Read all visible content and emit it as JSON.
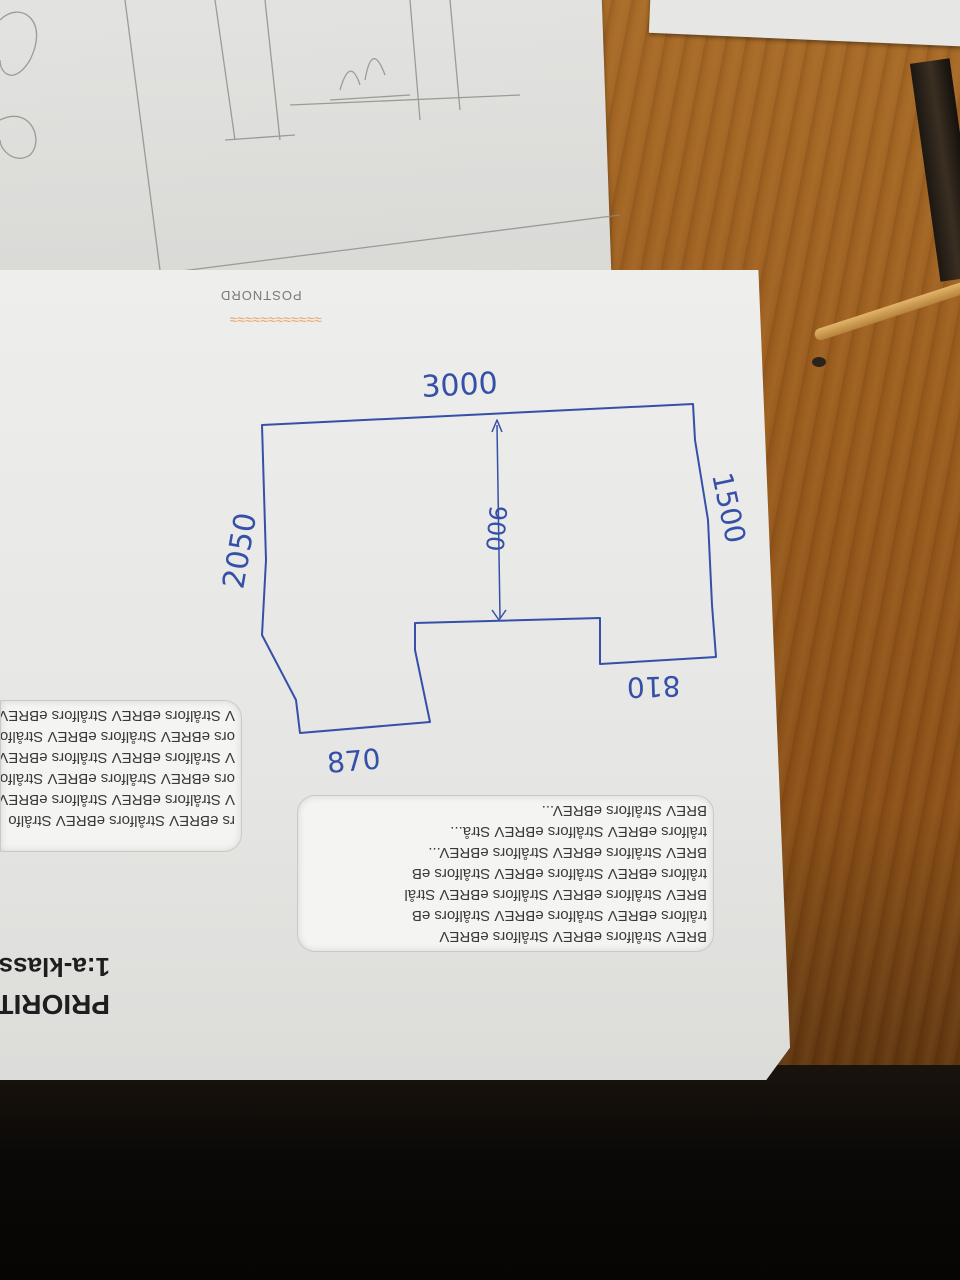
{
  "scene": {
    "envelope": {
      "postnord_label": "POSTNORD",
      "stamp_text": "≈≈≈≈≈≈≈≈≈≈≈≈",
      "priority_label": "PRIORIT",
      "class_label": "1:a-klass",
      "window_left_lines": [
        "rs eBREV Strålfors eBREV Strålfo",
        "V Strålfors eBREV Strålfors eBREV",
        "ors eBREV Strålfors eBREV Strålfors",
        "V Strålfors eBREV Strålfors eBREV",
        "ors eBREV Strålfors eBREV Strålfors",
        "V Strålfors eBREV Strålfors eBREV Strålf"
      ],
      "window_right_lines": [
        "BREV Strålfors eBREV Strålfors eBREV",
        "trålfors eBREV Strålfors eBREV Strålfors eB",
        "BREV Strålfors eBREV Strålfors eBREV Strål",
        "trålfors eBREV Strålfors eBREV Strålfors eB",
        "BREV Strålfors eBREV Strålfors eBREV...",
        "trålfors eBREV Strålfors eBREV Strå...",
        "BREV Strålfors eBREV..."
      ]
    },
    "sketch": {
      "dim_top": "3000",
      "dim_left": "2050",
      "dim_right": "1500",
      "dim_inner": "900",
      "dim_bottom_left": "870",
      "dim_bottom_right": "810"
    },
    "colors": {
      "ink": "#3550a8",
      "pencil": "#8a8a86"
    }
  }
}
